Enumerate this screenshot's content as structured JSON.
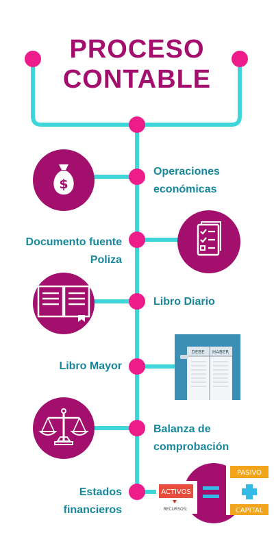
{
  "title": {
    "line1": "PROCESO",
    "line2": "CONTABLE"
  },
  "steps": [
    {
      "label_line1": "Operaciones",
      "label_line2": "económicas",
      "icon": "money-bag-icon"
    },
    {
      "label_line1": "Documento fuente",
      "label_line2": "Poliza",
      "icon": "checklist-document-icon"
    },
    {
      "label_line1": "Libro Diario",
      "icon": "open-book-icon"
    },
    {
      "label_line1": "Libro Mayor",
      "icon": "ledger-image"
    },
    {
      "label_line1": "Balanza de",
      "label_line2": "comprobación",
      "icon": "balance-scale-icon"
    },
    {
      "label_line1": "Estados",
      "label_line2": "financieros",
      "icon": "accounting-equation-image"
    }
  ],
  "ledger": {
    "debe": "DEBE",
    "haber": "HABER"
  },
  "equation": {
    "activos": "ACTIVOS",
    "recursos": "RECURSOS:",
    "pasivo": "PASIVO",
    "capital": "CAPITAL"
  },
  "colors": {
    "magenta": "#a30f6d",
    "pink_dot": "#ee1b8a",
    "cyan": "#3fd6d9",
    "label_teal": "#17889b",
    "ledger_bg": "#3b8fb7",
    "activos_red": "#e74c3c",
    "pasivo_orange": "#f2a51c",
    "plus_cyan": "#35b9e6"
  }
}
